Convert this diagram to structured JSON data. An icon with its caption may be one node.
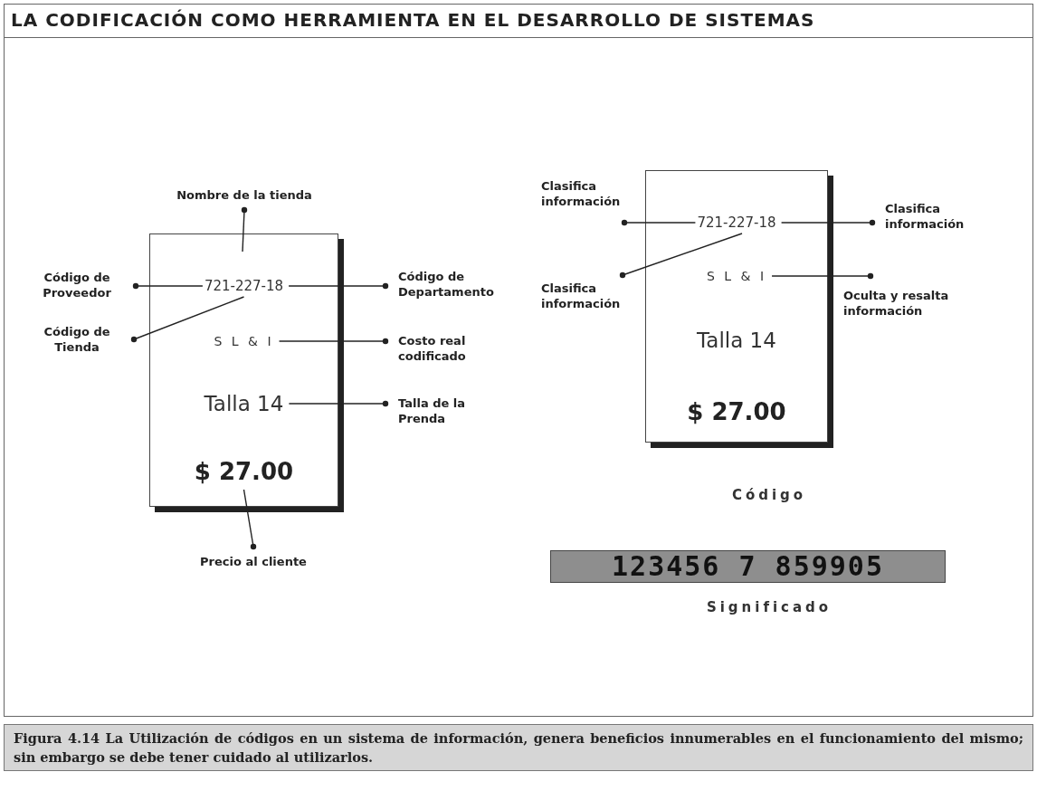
{
  "diagram": {
    "title": "LA CODIFICACIÓN COMO HERRAMIENTA EN EL DESARROLLO DE SISTEMAS",
    "caption": "Figura 4.14 La Utilización de códigos en un sistema de información, genera beneficios innumerables en el funcionamiento del mismo; sin embargo se debe tener cuidado al utilizarlos.",
    "nodes": [
      {
        "text": [],
        "shape": "box"
      },
      {
        "text": [
          "721-227-18"
        ],
        "in": 0
      },
      {
        "text": [
          "S L & I"
        ],
        "in": 0
      },
      {
        "text": [
          "Talla 14"
        ],
        "in": 0
      },
      {
        "text": [
          "$ 27.00"
        ],
        "in": 0
      },
      {
        "text": [
          "Nombre de la tienda"
        ]
      },
      {
        "text": [
          "Código de Proveedor"
        ]
      },
      {
        "text": [
          "Código de Tienda"
        ]
      },
      {
        "text": [
          "Código de Departamento"
        ]
      },
      {
        "text": [
          "Costo real codificado"
        ]
      },
      {
        "text": [
          "Talla de la Prenda"
        ]
      },
      {
        "text": [
          "Precio al cliente"
        ]
      },
      {
        "text": [],
        "shape": "box"
      },
      {
        "text": [
          "721-227-18"
        ],
        "in": 12
      },
      {
        "text": [
          "S L & I"
        ],
        "in": 12
      },
      {
        "text": [
          "Talla 14"
        ],
        "in": 12
      },
      {
        "text": [
          "$ 27.00"
        ],
        "in": 12
      },
      {
        "text": [
          "Clasifica información"
        ]
      },
      {
        "text": [
          "Clasifica información"
        ]
      },
      {
        "text": [
          "Clasifica información"
        ]
      },
      {
        "text": [
          "Oculta y resalta información"
        ]
      },
      {
        "text": [
          "123456 7 859905"
        ]
      }
    ],
    "edges": [
      {
        "from": 5,
        "to": null,
        "arrow": "other"
      },
      {
        "from": 6,
        "to": 1,
        "arrow": "other"
      },
      {
        "from": 7,
        "to": 1,
        "arrow": "other"
      },
      {
        "from": 8,
        "to": 1,
        "arrow": "other"
      },
      {
        "from": 9,
        "to": 2,
        "arrow": "other"
      },
      {
        "from": 10,
        "to": 3,
        "arrow": "other"
      },
      {
        "from": 11,
        "to": 4,
        "arrow": "other"
      },
      {
        "from": 17,
        "to": 13,
        "arrow": "other"
      },
      {
        "from": 19,
        "to": 13,
        "arrow": "other"
      },
      {
        "from": 18,
        "to": 13,
        "arrow": "other"
      },
      {
        "from": 20,
        "to": 14,
        "arrow": "other"
      }
    ],
    "labels": [
      "Código",
      "Significado"
    ]
  }
}
